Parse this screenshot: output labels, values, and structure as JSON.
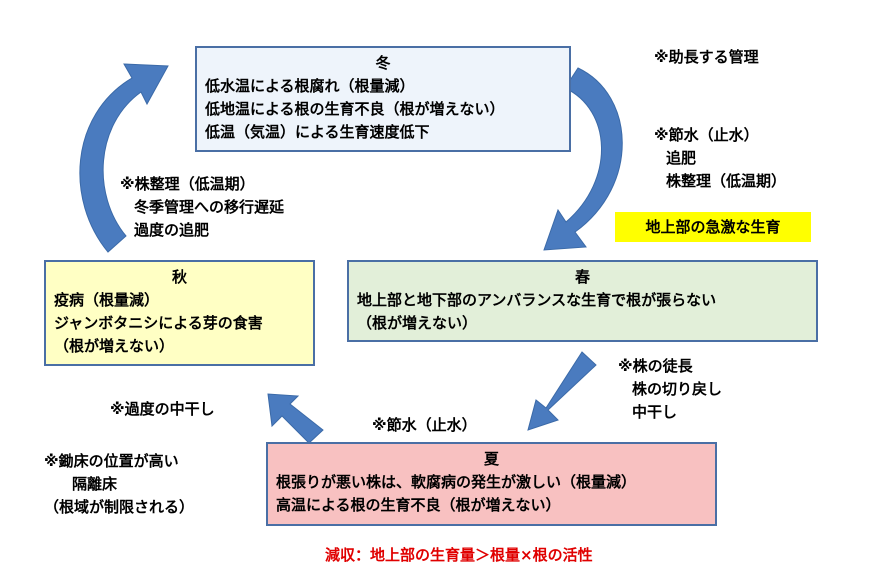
{
  "winter": {
    "title": "冬",
    "lines": [
      "低水温による根腐れ（根量減）",
      "低地温による根の生育不良（根が増えない）",
      "低温（気温）による生育速度低下"
    ]
  },
  "spring": {
    "title": "春",
    "lines": [
      "地上部と地下部のアンバランスな生育で根が張らない",
      "（根が増えない）"
    ]
  },
  "summer": {
    "title": "夏",
    "lines": [
      "根張りが悪い株は、軟腐病の発生が激しい（根量減）",
      "高温による根の生育不良（根が増えない）"
    ]
  },
  "autumn": {
    "title": "秋",
    "lines": [
      "疫病（根量減）",
      "ジャンボタニシによる芽の食害",
      "（根が増えない）"
    ]
  },
  "notes": {
    "promote_header": "※助長する管理",
    "winter_to_spring": [
      "※節水（止水）",
      "追肥",
      "株整理（低温期）"
    ],
    "highlight": "地上部の急激な生育",
    "autumn_to_winter": [
      "※株整理（低温期）",
      "冬季管理への移行遅延",
      "過度の追肥"
    ],
    "spring_to_summer": [
      "※株の徒長",
      "株の切り戻し",
      "中干し"
    ],
    "summer_label": "※節水（止水）",
    "summer_to_autumn": "※過度の中干し",
    "bed": [
      "※鋤床の位置が高い",
      "隔離床",
      "（根域が制限される）"
    ]
  },
  "footer": "減収：地上部の生育量＞根量×根の活性",
  "colors": {
    "arrow": "#4a7bbf",
    "box_border": "#4a6fa5",
    "winter_bg": "#eef4fb",
    "spring_bg": "#e2efd9",
    "autumn_bg": "#ffffc4",
    "summer_bg": "#f8c1c1",
    "highlight_bg": "#ffff00",
    "footer_text": "#e00000"
  }
}
